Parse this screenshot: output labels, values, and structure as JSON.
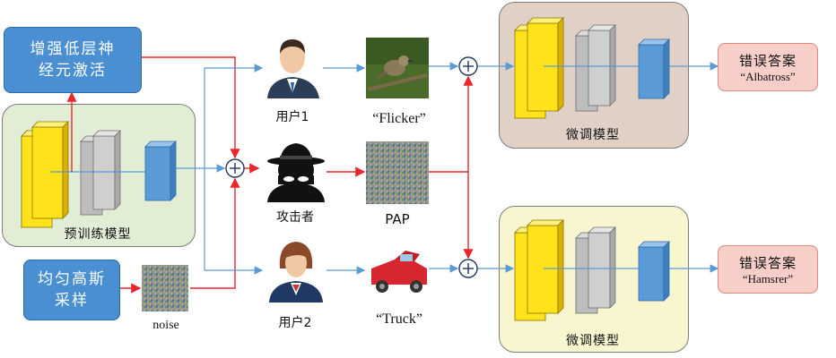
{
  "top_left_box": "增强低层神\n经元激活",
  "bottom_left_box": "均匀高斯\n采样",
  "pretrained_label": "预训练模型",
  "noise_label": "noise",
  "user1_label": "用户1",
  "attacker_label": "攻击者",
  "user2_label": "用户2",
  "flicker_label": "“Flicker”",
  "pap_label": "PAP",
  "truck_label": "“Truck”",
  "finetune_top_label": "微调模型",
  "finetune_bottom_label": "微调模型",
  "output_top": {
    "title": "错误答案",
    "sub": "“Albatross”"
  },
  "output_bottom": {
    "title": "错误答案",
    "sub": "“Hamsrer”"
  },
  "colors": {
    "red_arrow": "#e8262d",
    "blue_arrow": "#5b9bd5",
    "panel_green": "#e2edd5",
    "panel_brown": "#e1d0c6",
    "panel_yellow": "#f8f6cf",
    "yellow_layer": "#ffe21a",
    "gray_layer": "#c9c9c9",
    "blue_layer": "#5b9bd5"
  }
}
